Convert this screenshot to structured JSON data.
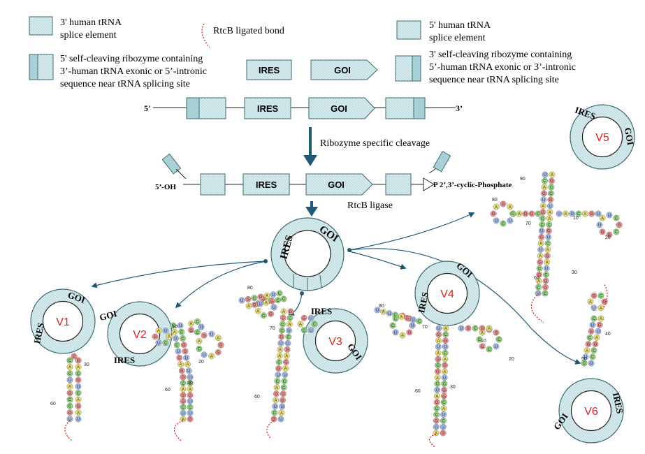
{
  "legend": {
    "left_top": {
      "line1": "3' human tRNA",
      "line2": "splice element"
    },
    "rtcb": "RtcB ligated bond",
    "right_top": {
      "line1": "5' human tRNA",
      "line2": "splice element"
    },
    "left_mid": {
      "line1": "5' self-cleaving ribozyme containing",
      "line2": "3’-human tRNA exonic or 5’-intronic",
      "line3": "sequence near tRNA splicing site"
    },
    "right_mid": {
      "line1": "3' self-cleaving ribozyme containing",
      "line2": "5’-human tRNA exonic or 3’-intronic",
      "line3": "sequence near tRNA splicing site"
    },
    "ires_label": "IRES",
    "goi_label": "GOI"
  },
  "construct": {
    "five_prime": "5'",
    "three_prime": "3’",
    "ires": "IRES",
    "goi": "GOI"
  },
  "step1": {
    "label": "Ribozyme specific cleavage"
  },
  "cleaved": {
    "oh": "5’-OH",
    "ires": "IRES",
    "goi": "GOI",
    "phosphate": "P 2’,3’-cyclic-Phosphate"
  },
  "step2": {
    "label": "RtcB ligase"
  },
  "circle_labels": {
    "ires": "IRES",
    "goi": "GOI"
  },
  "variants": {
    "v1": "V1",
    "v2": "V2",
    "v3": "V3",
    "v4": "V4",
    "v5": "V5",
    "v6": "V6"
  },
  "stem_numbers": {
    "n10": "10",
    "n20": "20",
    "n30": "30",
    "n40": "40",
    "n50": "50",
    "n60": "60",
    "n70": "70",
    "n80": "80",
    "n90": "90"
  },
  "colors": {
    "box_fill": "#d7ecef",
    "box_stroke": "#3d6a73",
    "arrow": "#20587a",
    "variant_text": "#e0211c",
    "rtcb_bond": "#e0211c",
    "nt_A": "#e8de72",
    "nt_C": "#8fd47a",
    "nt_G": "#f09090",
    "nt_U": "#9fb8e6"
  }
}
